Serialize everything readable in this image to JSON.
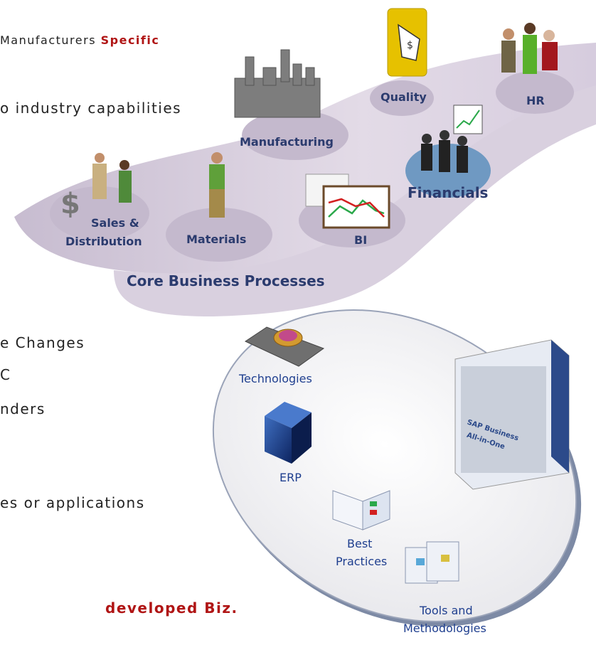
{
  "left_text": {
    "line1_prefix": "Manufacturers ",
    "line1_emph": "Specific",
    "line2": "o industry capabilities",
    "line3": "e Changes",
    "line4": "C",
    "line5": "nders",
    "line6": "es or applications",
    "footer": "developed Biz."
  },
  "core_processes": {
    "title": "Core Business Processes",
    "modules": {
      "sales": "Sales &",
      "sales2": "Distribution",
      "materials": "Materials",
      "manufacturing": "Manufacturing",
      "bi": "BI",
      "financials": "Financials",
      "quality": "Quality",
      "hr": "HR"
    }
  },
  "foundation": {
    "technologies": "Technologies",
    "erp": "ERP",
    "best": "Best",
    "practices": "Practices",
    "tools": "Tools and",
    "methodologies": "Methodologies",
    "box_brand": "SAP Business",
    "box_product": "All-in-One"
  },
  "colors": {
    "swoosh": "#dcd3e0",
    "ellipse": "#cfc5d6",
    "label_blue": "#2b3b6e",
    "accent_red": "#b01515"
  }
}
